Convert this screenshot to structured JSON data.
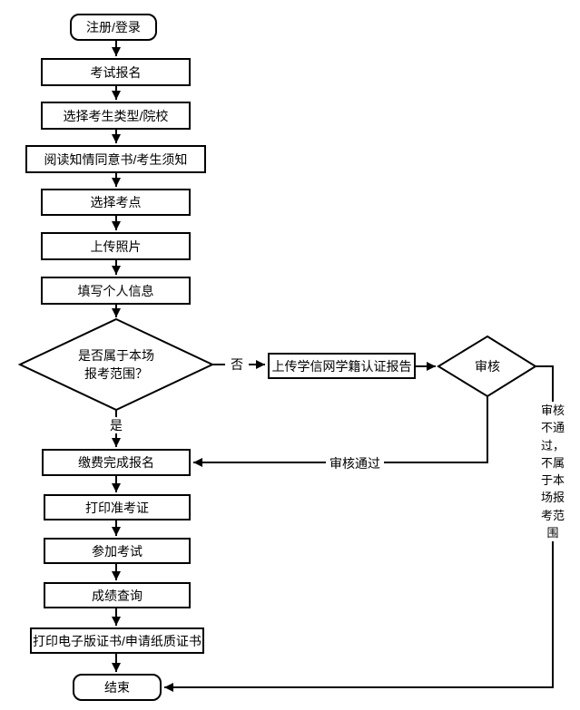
{
  "diagram": {
    "nodes": {
      "start": "注册/登录",
      "register": "考试报名",
      "select_type": "选择考生类型/院校",
      "read_notice": "阅读知情同意书/考生须知",
      "select_site": "选择考点",
      "upload_photo": "上传照片",
      "fill_info": "填写个人信息",
      "decision_scope": "是否属于本场\n报考范围？",
      "upload_report": "上传学信网学籍认证报告",
      "decision_review": "审核",
      "pay": "缴费完成报名",
      "print_ticket": "打印准考证",
      "take_exam": "参加考试",
      "score_query": "成绩查询",
      "print_cert": "打印电子版证书/申请纸质证书",
      "end": "结束"
    },
    "edge_labels": {
      "no": "否",
      "yes": "是",
      "review_pass": "审核通过",
      "review_fail": "审核不通过，不属于本场报考范围"
    },
    "colors": {
      "line": "#000000",
      "fill": "#ffffff",
      "text": "#000000"
    }
  }
}
